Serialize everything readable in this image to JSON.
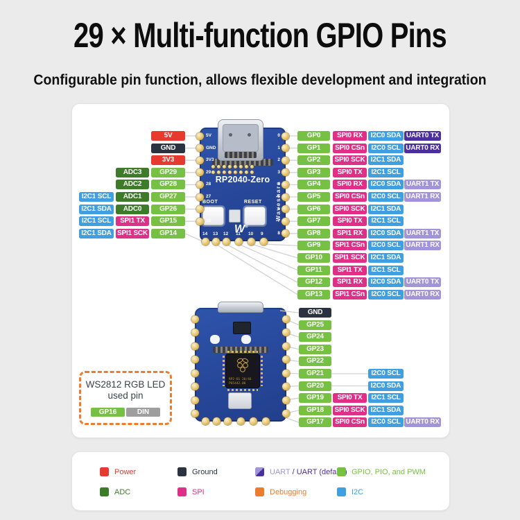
{
  "page": {
    "title": "29 × Multi-function GPIO Pins",
    "subtitle": "Configurable pin function, allows flexible development and integration"
  },
  "colors": {
    "power": "#e8392f",
    "ground": "#2c3340",
    "gpio": "#76c144",
    "adc": "#3d7b29",
    "spi": "#e02f87",
    "i2c": "#3f9fe0",
    "uart": "#a294d8",
    "uart_default": "#4c2f9e",
    "debug": "#ee7c2f",
    "din": "#9e9e9e",
    "board_blue": "#2a4c9f",
    "pad_gold": "#e6c269"
  },
  "board": {
    "name": "RP2040-Zero",
    "brand": "Waveshare",
    "boot_label": "BOOT",
    "reset_label": "RESET",
    "top_left_edge_pins": [
      "5V",
      "GND",
      "3V3",
      "29",
      "28",
      "27",
      "26",
      "15"
    ],
    "top_right_edge_pins": [
      "0",
      "1",
      "2",
      "3",
      "4",
      "5",
      "6",
      "7",
      "8"
    ],
    "top_bottom_edge_pins": [
      "14",
      "13",
      "12",
      "11",
      "10",
      "9"
    ],
    "chip_marking_line1": "RP2-B1 20/46",
    "chip_marking_line2": "P65442.00"
  },
  "pin_rows": {
    "front_left": [
      {
        "badges": [
          {
            "text": "5V",
            "type": "power"
          }
        ]
      },
      {
        "badges": [
          {
            "text": "GND",
            "type": "ground"
          }
        ]
      },
      {
        "badges": [
          {
            "text": "3V3",
            "type": "power"
          }
        ]
      },
      {
        "badges": [
          {
            "text": "ADC3",
            "type": "adc"
          },
          {
            "text": "GP29",
            "type": "gpio"
          }
        ]
      },
      {
        "badges": [
          {
            "text": "ADC2",
            "type": "adc"
          },
          {
            "text": "GP28",
            "type": "gpio"
          }
        ]
      },
      {
        "badges": [
          {
            "text": "I2C1 SCL",
            "type": "i2c"
          },
          {
            "text": "ADC1",
            "type": "adc"
          },
          {
            "text": "GP27",
            "type": "gpio"
          }
        ]
      },
      {
        "badges": [
          {
            "text": "I2C1 SDA",
            "type": "i2c"
          },
          {
            "text": "ADC0",
            "type": "adc"
          },
          {
            "text": "GP26",
            "type": "gpio"
          }
        ]
      },
      {
        "badges": [
          {
            "text": "I2C1 SCL",
            "type": "i2c"
          },
          {
            "text": "SPI1 TX",
            "type": "spi"
          },
          {
            "text": "GP15",
            "type": "gpio"
          }
        ]
      },
      {
        "badges": [
          {
            "text": "I2C1 SDA",
            "type": "i2c"
          },
          {
            "text": "SPI1 SCK",
            "type": "spi"
          },
          {
            "text": "GP14",
            "type": "gpio"
          }
        ]
      }
    ],
    "front_right": [
      {
        "badges": [
          {
            "text": "GP0",
            "type": "gpio"
          },
          {
            "text": "SPI0 RX",
            "type": "spi"
          },
          {
            "text": "I2C0 SDA",
            "type": "i2c"
          },
          {
            "text": "UART0 TX",
            "type": "uart_default"
          }
        ]
      },
      {
        "badges": [
          {
            "text": "GP1",
            "type": "gpio"
          },
          {
            "text": "SPI0 CSn",
            "type": "spi"
          },
          {
            "text": "I2C0 SCL",
            "type": "i2c"
          },
          {
            "text": "UART0 RX",
            "type": "uart_default"
          }
        ]
      },
      {
        "badges": [
          {
            "text": "GP2",
            "type": "gpio"
          },
          {
            "text": "SPI0 SCK",
            "type": "spi"
          },
          {
            "text": "I2C1 SDA",
            "type": "i2c"
          }
        ]
      },
      {
        "badges": [
          {
            "text": "GP3",
            "type": "gpio"
          },
          {
            "text": "SPI0 TX",
            "type": "spi"
          },
          {
            "text": "I2C1 SCL",
            "type": "i2c"
          }
        ]
      },
      {
        "badges": [
          {
            "text": "GP4",
            "type": "gpio"
          },
          {
            "text": "SPI0 RX",
            "type": "spi"
          },
          {
            "text": "I2C0 SDA",
            "type": "i2c"
          },
          {
            "text": "UART1 TX",
            "type": "uart"
          }
        ]
      },
      {
        "badges": [
          {
            "text": "GP5",
            "type": "gpio"
          },
          {
            "text": "SPI0 CSn",
            "type": "spi"
          },
          {
            "text": "I2C0 SCL",
            "type": "i2c"
          },
          {
            "text": "UART1 RX",
            "type": "uart"
          }
        ]
      },
      {
        "badges": [
          {
            "text": "GP6",
            "type": "gpio"
          },
          {
            "text": "SPI0 SCK",
            "type": "spi"
          },
          {
            "text": "I2C1 SDA",
            "type": "i2c"
          }
        ]
      },
      {
        "badges": [
          {
            "text": "GP7",
            "type": "gpio"
          },
          {
            "text": "SPI0 TX",
            "type": "spi"
          },
          {
            "text": "I2C1 SCL",
            "type": "i2c"
          }
        ]
      },
      {
        "badges": [
          {
            "text": "GP8",
            "type": "gpio"
          },
          {
            "text": "SPI1 RX",
            "type": "spi"
          },
          {
            "text": "I2C0 SDA",
            "type": "i2c"
          },
          {
            "text": "UART1 TX",
            "type": "uart"
          }
        ]
      },
      {
        "badges": [
          {
            "text": "GP9",
            "type": "gpio"
          },
          {
            "text": "SPI1 CSn",
            "type": "spi"
          },
          {
            "text": "I2C0 SCL",
            "type": "i2c"
          },
          {
            "text": "UART1 RX",
            "type": "uart"
          }
        ]
      },
      {
        "badges": [
          {
            "text": "GP10",
            "type": "gpio"
          },
          {
            "text": "SPI1 SCK",
            "type": "spi"
          },
          {
            "text": "I2C1 SDA",
            "type": "i2c"
          }
        ]
      },
      {
        "badges": [
          {
            "text": "GP11",
            "type": "gpio"
          },
          {
            "text": "SPI1 TX",
            "type": "spi"
          },
          {
            "text": "I2C1 SCL",
            "type": "i2c"
          }
        ]
      },
      {
        "badges": [
          {
            "text": "GP12",
            "type": "gpio"
          },
          {
            "text": "SPI1 RX",
            "type": "spi"
          },
          {
            "text": "I2C0 SDA",
            "type": "i2c"
          },
          {
            "text": "UART0 TX",
            "type": "uart"
          }
        ]
      },
      {
        "badges": [
          {
            "text": "GP13",
            "type": "gpio"
          },
          {
            "text": "SPI1 CSn",
            "type": "spi"
          },
          {
            "text": "I2C0 SCL",
            "type": "i2c"
          },
          {
            "text": "UART0 RX",
            "type": "uart"
          }
        ]
      }
    ],
    "back_right": [
      {
        "badges": [
          {
            "text": "GND",
            "type": "ground"
          }
        ]
      },
      {
        "badges": [
          {
            "text": "GP25",
            "type": "gpio"
          }
        ]
      },
      {
        "badges": [
          {
            "text": "GP24",
            "type": "gpio"
          }
        ]
      },
      {
        "badges": [
          {
            "text": "GP23",
            "type": "gpio"
          }
        ]
      },
      {
        "badges": [
          {
            "text": "GP22",
            "type": "gpio"
          }
        ]
      },
      {
        "badges": [
          {
            "text": "GP21",
            "type": "gpio"
          },
          {
            "text": "I2C0 SCL",
            "type": "i2c"
          }
        ]
      },
      {
        "badges": [
          {
            "text": "GP20",
            "type": "gpio"
          },
          {
            "text": "I2C0 SDA",
            "type": "i2c"
          }
        ]
      },
      {
        "badges": [
          {
            "text": "GP19",
            "type": "gpio"
          },
          {
            "text": "SPI0 TX",
            "type": "spi"
          },
          {
            "text": "I2C1 SCL",
            "type": "i2c"
          }
        ]
      },
      {
        "badges": [
          {
            "text": "GP18",
            "type": "gpio"
          },
          {
            "text": "SPI0 SCK",
            "type": "spi"
          },
          {
            "text": "I2C1 SDA",
            "type": "i2c"
          }
        ]
      },
      {
        "badges": [
          {
            "text": "GP17",
            "type": "gpio"
          },
          {
            "text": "SPI0 CSn",
            "type": "spi"
          },
          {
            "text": "I2C0 SCL",
            "type": "i2c"
          },
          {
            "text": "UART0 RX",
            "type": "uart"
          }
        ]
      }
    ]
  },
  "ws2812_note": {
    "line1": "WS2812 RGB LED",
    "line2": "used pin",
    "badges": [
      {
        "text": "GP16",
        "type": "gpio"
      },
      {
        "text": "DIN",
        "type": "din"
      }
    ]
  },
  "legend": {
    "rows": [
      [
        {
          "parts": [
            {
              "text": "Power",
              "type": "power"
            }
          ],
          "swatch": [
            "power"
          ]
        },
        {
          "parts": [
            {
              "text": "Ground",
              "type": "ground"
            }
          ],
          "swatch": [
            "ground"
          ]
        },
        {
          "parts": [
            {
              "text": "UART",
              "type": "uart"
            },
            {
              "text": " / ",
              "type": "uart_default"
            },
            {
              "text": "UART (default)",
              "type": "uart_default"
            }
          ],
          "swatch": [
            "uart",
            "uart_default"
          ]
        },
        {
          "parts": [
            {
              "text": "GPIO, PIO, and PWM",
              "type": "gpio"
            }
          ],
          "swatch": [
            "gpio"
          ]
        }
      ],
      [
        {
          "parts": [
            {
              "text": "ADC",
              "type": "adc"
            }
          ],
          "swatch": [
            "adc"
          ]
        },
        {
          "parts": [
            {
              "text": "SPI",
              "type": "spi"
            }
          ],
          "swatch": [
            "spi"
          ]
        },
        {
          "parts": [
            {
              "text": "Debugging",
              "type": "debug"
            }
          ],
          "swatch": [
            "debug"
          ]
        },
        {
          "parts": [
            {
              "text": "I2C",
              "type": "i2c"
            }
          ],
          "swatch": [
            "i2c"
          ]
        }
      ]
    ]
  }
}
